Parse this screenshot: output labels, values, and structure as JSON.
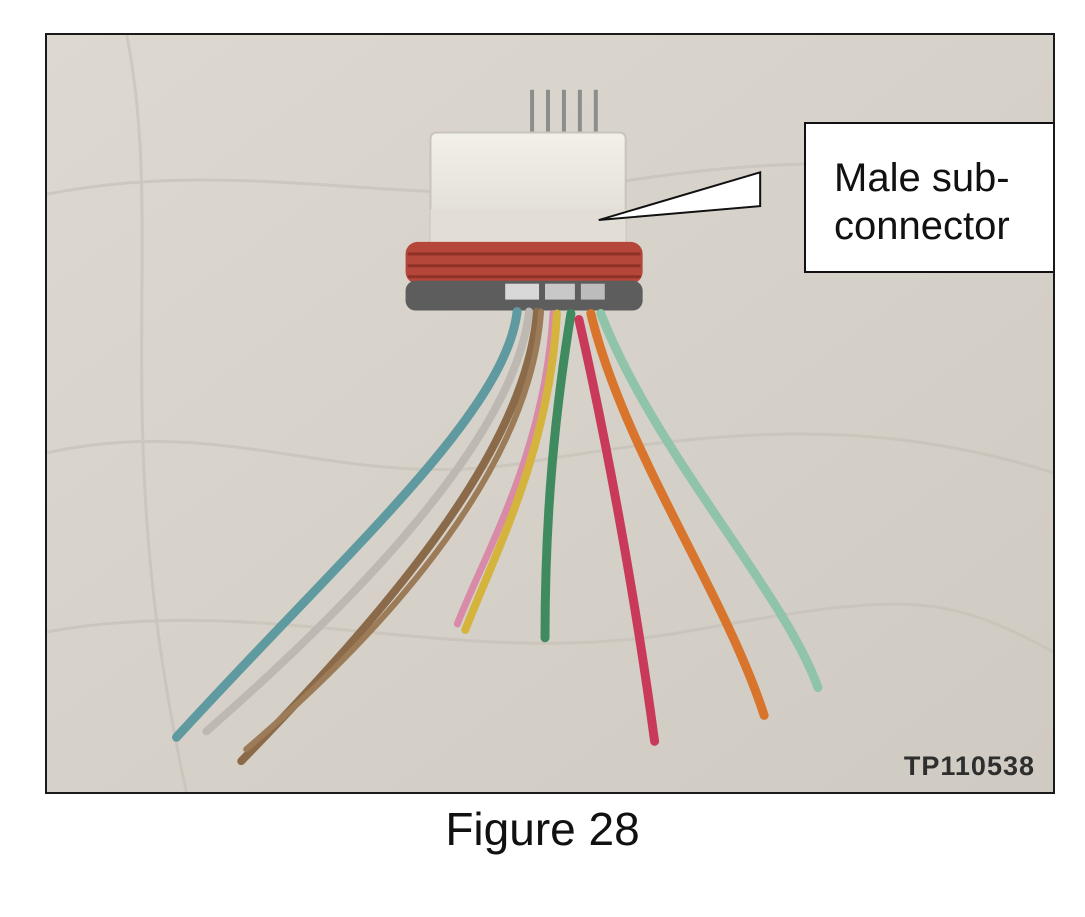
{
  "photo": {
    "callout_text": "Male sub-\nconnector",
    "photo_id": "TP110538"
  },
  "caption": "Figure 28",
  "colors": {
    "background_cloth": "#d9d4cc",
    "connector_body": "#eeeae2",
    "seal_ring": "#b5473a",
    "wire_blue": "#5f9aa0",
    "wire_gray": "#bdb9b2",
    "wire_brown": "#8b6a4a",
    "wire_yellow": "#d4b43c",
    "wire_pink": "#d98aa8",
    "wire_green": "#3f8a5e",
    "wire_red": "#c9395a",
    "wire_orange": "#d8742c",
    "wire_light_green": "#8fc4a8"
  }
}
